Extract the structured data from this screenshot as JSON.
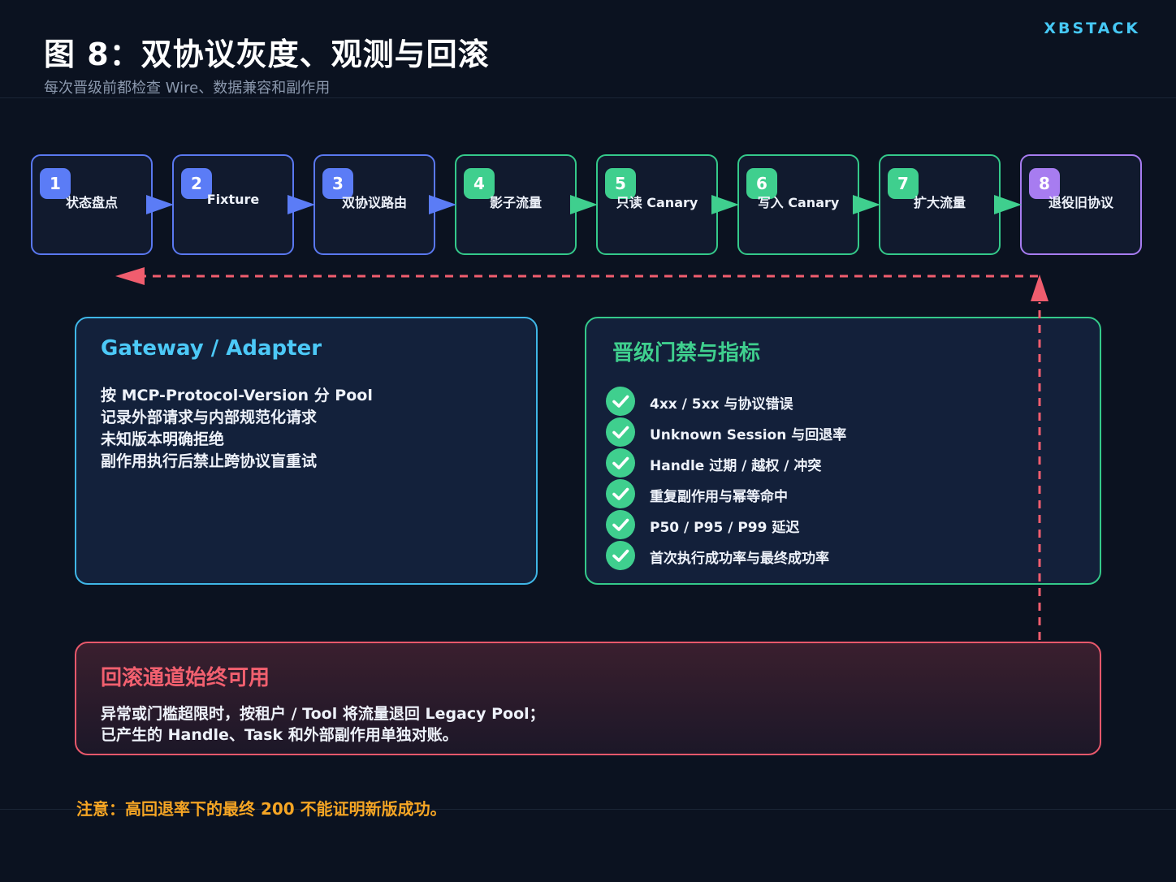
{
  "header": {
    "title": "图 8：双协议灰度、观测与回滚",
    "subtitle": "每次晋级前都检查 Wire、数据兼容和副作用",
    "brand": "XBSTACK"
  },
  "steps": [
    {
      "num": "1",
      "label": "状态盘点",
      "color": "blue"
    },
    {
      "num": "2",
      "label": "Fixture",
      "color": "blue"
    },
    {
      "num": "3",
      "label": "双协议路由",
      "color": "blue"
    },
    {
      "num": "4",
      "label": "影子流量",
      "color": "green"
    },
    {
      "num": "5",
      "label": "只读 Canary",
      "color": "green"
    },
    {
      "num": "6",
      "label": "写入 Canary",
      "color": "green"
    },
    {
      "num": "7",
      "label": "扩大流量",
      "color": "green"
    },
    {
      "num": "8",
      "label": "退役旧协议",
      "color": "purple"
    }
  ],
  "gateway": {
    "title": "Gateway / Adapter",
    "lines": [
      "按 MCP-Protocol-Version 分 Pool",
      "记录外部请求与内部规范化请求",
      "未知版本明确拒绝",
      "副作用执行后禁止跨协议盲重试"
    ]
  },
  "gates": {
    "title": "晋级门禁与指标",
    "items": [
      "4xx / 5xx 与协议错误",
      "Unknown Session 与回退率",
      "Handle 过期 / 越权 / 冲突",
      "重复副作用与幂等命中",
      "P50 / P95 / P99 延迟",
      "首次执行成功率与最终成功率"
    ]
  },
  "rollback": {
    "title": "回滚通道始终可用",
    "lines": [
      "异常或门槛超限时，按租户 / Tool 将流量退回 Legacy Pool；",
      "已产生的 Handle、Task 和外部副作用单独对账。"
    ]
  },
  "note": "注意：高回退率下的最终 200 不能证明新版成功。",
  "colors": {
    "background": "#0b1220",
    "blue": "#5b7cf6",
    "green": "#3fcf8e",
    "purple": "#a77cf0",
    "cyan": "#4cc9f7",
    "red": "#f2606f",
    "orange": "#f5a524"
  }
}
